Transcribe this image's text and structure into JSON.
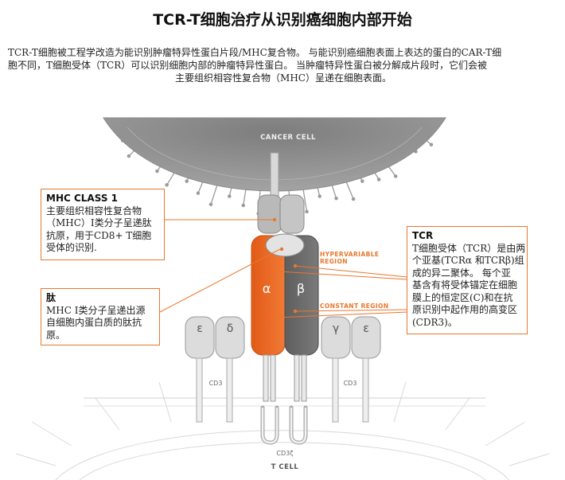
{
  "title": "TCR-T细胞治疗从识别癌细胞内部开始",
  "intro": {
    "line1": "TCR-T细胞被工程学改造为能识别肿瘤特异性蛋白片段/MHC复合物。 与能识别癌细胞表面上表达的蛋白的CAR-T细",
    "line2": "胞不同，T细胞受体（TCR）可以识别细胞内部的肿瘤特异性蛋白。 当肿瘤特异性蛋白被分解成片段时，它们会被",
    "line3": "主要组织相容性复合物（MHC）呈递在细胞表面。"
  },
  "diagram": {
    "cancer_cell_label": "CANCER CELL",
    "t_cell_label": "T CELL",
    "hypervariable_label": [
      "HYPERVARIABLE",
      "REGION"
    ],
    "constant_label": "CONSTANT REGION",
    "alpha": "α",
    "beta": "β",
    "epsilon_left": "ε",
    "delta": "δ",
    "gamma": "γ",
    "epsilon_right": "ε",
    "cd3_left": "CD3",
    "cd3_right": "CD3",
    "cd3_zeta": "CD3ζ"
  },
  "callouts": {
    "mhc": {
      "heading": "MHC CLASS 1",
      "lines": [
        "主要组织相容性复合物",
        "（MHC）I类分子呈递肽",
        "抗原，用于CD8+ T细胞",
        "受体的识别."
      ]
    },
    "peptide": {
      "heading": "肽",
      "lines": [
        "MHC I类分子呈递出源",
        "自细胞内蛋白质的肽抗",
        "原。"
      ]
    },
    "tcr": {
      "heading": "TCR",
      "lines": [
        "T细胞受体（TCR）是由两",
        "个亚基(TCRα 和TCRβ)组",
        "成的异二聚体。 每个亚",
        "基含有将受体锚定在细胞",
        "膜上的恒定区(C)和在抗",
        "原识别中起作用的高变区",
        "(CDR3)。"
      ]
    }
  },
  "colors": {
    "accent": "#e8772e",
    "alpha_chain": "#e8611e",
    "beta_chain": "#6c6c6c",
    "cancer_cell": "#8f8f8f"
  }
}
